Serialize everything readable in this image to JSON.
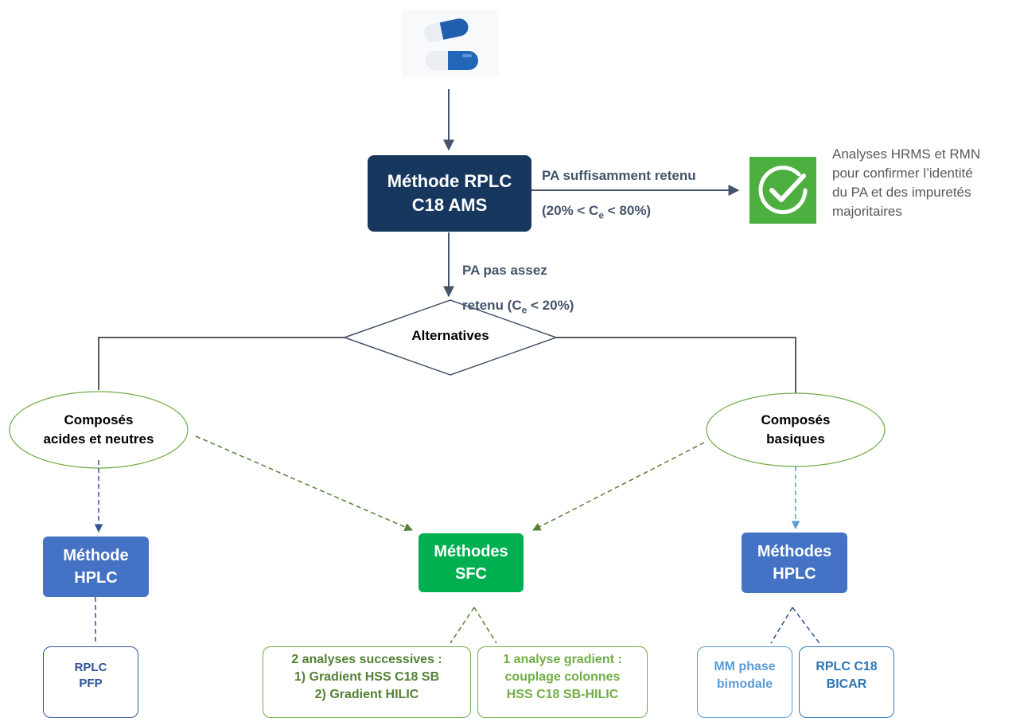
{
  "nodes": {
    "rplc_ams": {
      "line1": "Méthode RPLC",
      "line2": "C18 AMS"
    },
    "alternatives": "Alternatives",
    "acid_neutral": "Composés\nacides et neutres",
    "basic": "Composés\nbasiques",
    "hplc_left": "Méthode\nHPLC",
    "sfc": "Méthodes\nSFC",
    "hplc_right": "Méthodes\nHPLC",
    "rplc_pfp": "RPLC\nPFP",
    "sfc_two": "2 analyses successives :\n1) Gradient HSS C18 SB\n2) Gradient HILIC",
    "sfc_one": "1 analyse gradient :\ncouplage colonnes\nHSS C18 SB-HILIC",
    "mm_bimodal": "MM phase\nbimodale",
    "rplc_bicar": "RPLC C18\nBICAR"
  },
  "edge_labels": {
    "retained": {
      "line1": "PA suffisamment retenu",
      "line2_pre": "(20% < C",
      "line2_sub": "e",
      "line2_post": " < 80%)"
    },
    "not_retained": {
      "line1": "PA pas assez",
      "line2_pre": "retenu (C",
      "line2_sub": "e",
      "line2_post": " < 20%)"
    }
  },
  "confirmation_text": "Analyses HRMS et RMN\npour confirmer l’identité\ndu PA et des impuretés\nmajoritaires",
  "icons": {
    "top_image": "capsules-image",
    "confirm": "check-circle-icon"
  },
  "colors": {
    "navy": "#17375e",
    "arrow_gray": "#44546a",
    "hplc_blue": "#4472c4",
    "sfc_green": "#00b050",
    "olive_green": "#70ad47",
    "dark_green": "#538135",
    "light_blue": "#5b9bd5",
    "teal_blue": "#2e75b6",
    "check_green": "#4caf3f"
  }
}
